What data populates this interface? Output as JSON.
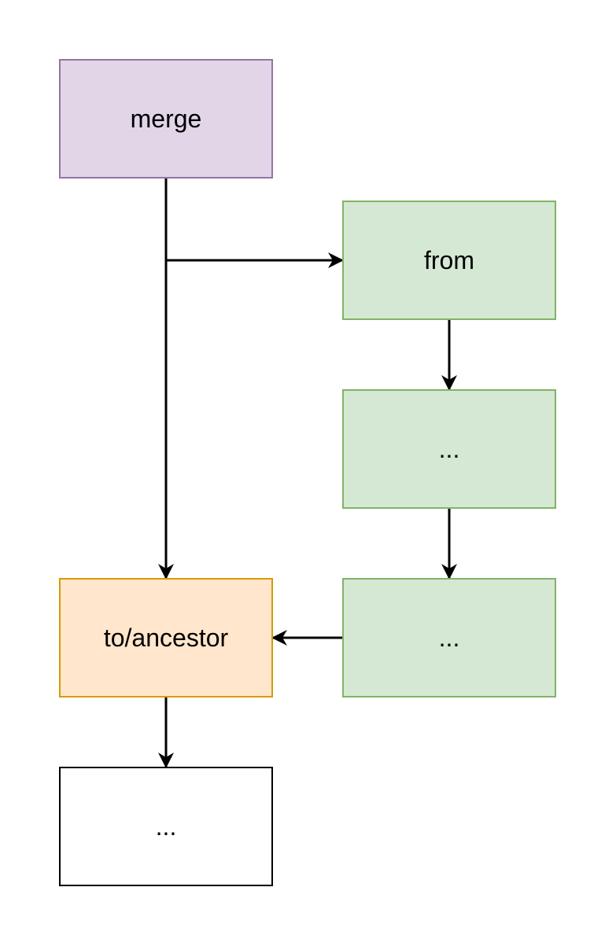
{
  "nodes": {
    "merge": {
      "label": "merge",
      "fill": "#e1d5e7",
      "stroke": "#9673a6"
    },
    "from": {
      "label": "from",
      "fill": "#d5e8d4",
      "stroke": "#82b366"
    },
    "mid1": {
      "label": "...",
      "fill": "#d5e8d4",
      "stroke": "#82b366"
    },
    "mid2": {
      "label": "...",
      "fill": "#d5e8d4",
      "stroke": "#82b366"
    },
    "ancestor": {
      "label": "to/ancestor",
      "fill": "#ffe6cc",
      "stroke": "#d79b00"
    },
    "below": {
      "label": "...",
      "fill": "#ffffff",
      "stroke": "#000000"
    }
  },
  "edges": [
    {
      "from": "merge",
      "to": "ancestor"
    },
    {
      "from": "merge",
      "to": "from"
    },
    {
      "from": "from",
      "to": "mid1"
    },
    {
      "from": "mid1",
      "to": "mid2"
    },
    {
      "from": "mid2",
      "to": "ancestor"
    },
    {
      "from": "ancestor",
      "to": "below"
    }
  ]
}
